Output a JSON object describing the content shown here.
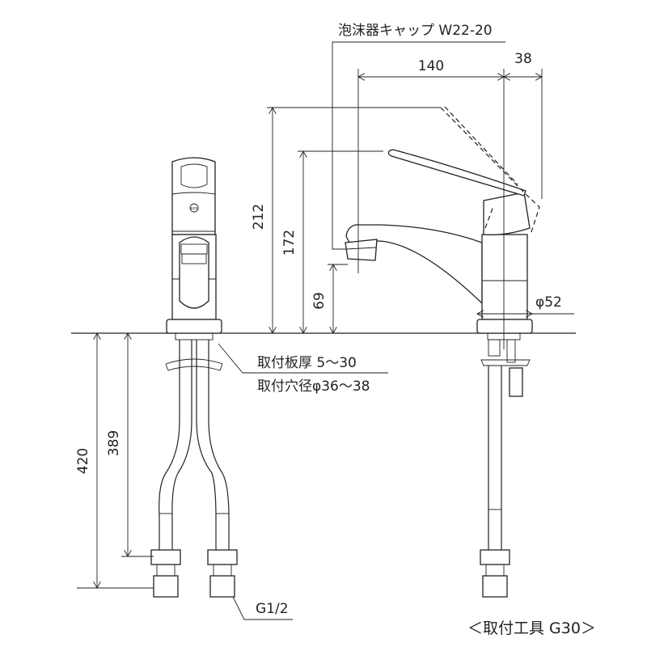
{
  "labels": {
    "aerator_cap": "泡沫器キャップ W22-20",
    "mount_thickness": "取付板厚 5〜30",
    "mount_hole": "取付穴径φ36〜38",
    "thread": "G1/2",
    "tool": "＜取付工具 G30＞",
    "eco_mark": "eco"
  },
  "dimensions": {
    "spout_reach": "140",
    "lever_offset": "38",
    "height_lever_up": "212",
    "height_lever": "172",
    "spout_height": "69",
    "body_diameter": "φ52",
    "hose_length_total": "420",
    "hose_length": "389"
  }
}
